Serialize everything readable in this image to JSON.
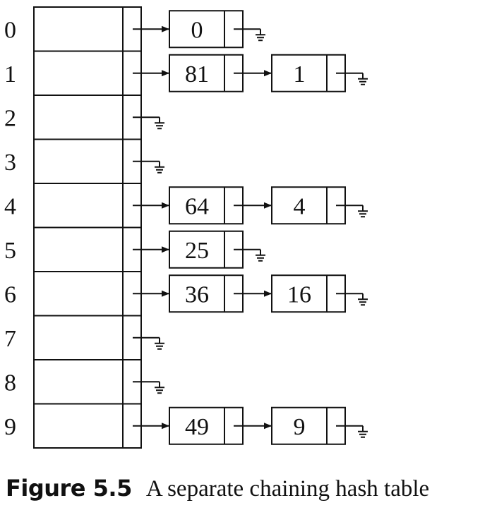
{
  "figure": {
    "caption_label": "Figure 5.5",
    "caption_text": "A separate chaining hash table"
  },
  "table": {
    "slots": [
      {
        "index": "0",
        "chain": [
          "0"
        ]
      },
      {
        "index": "1",
        "chain": [
          "81",
          "1"
        ]
      },
      {
        "index": "2",
        "chain": []
      },
      {
        "index": "3",
        "chain": []
      },
      {
        "index": "4",
        "chain": [
          "64",
          "4"
        ]
      },
      {
        "index": "5",
        "chain": [
          "25"
        ]
      },
      {
        "index": "6",
        "chain": [
          "36",
          "16"
        ]
      },
      {
        "index": "7",
        "chain": []
      },
      {
        "index": "8",
        "chain": []
      },
      {
        "index": "9",
        "chain": [
          "49",
          "9"
        ]
      }
    ]
  },
  "colors": {
    "line": "#111111",
    "background": "#ffffff"
  }
}
